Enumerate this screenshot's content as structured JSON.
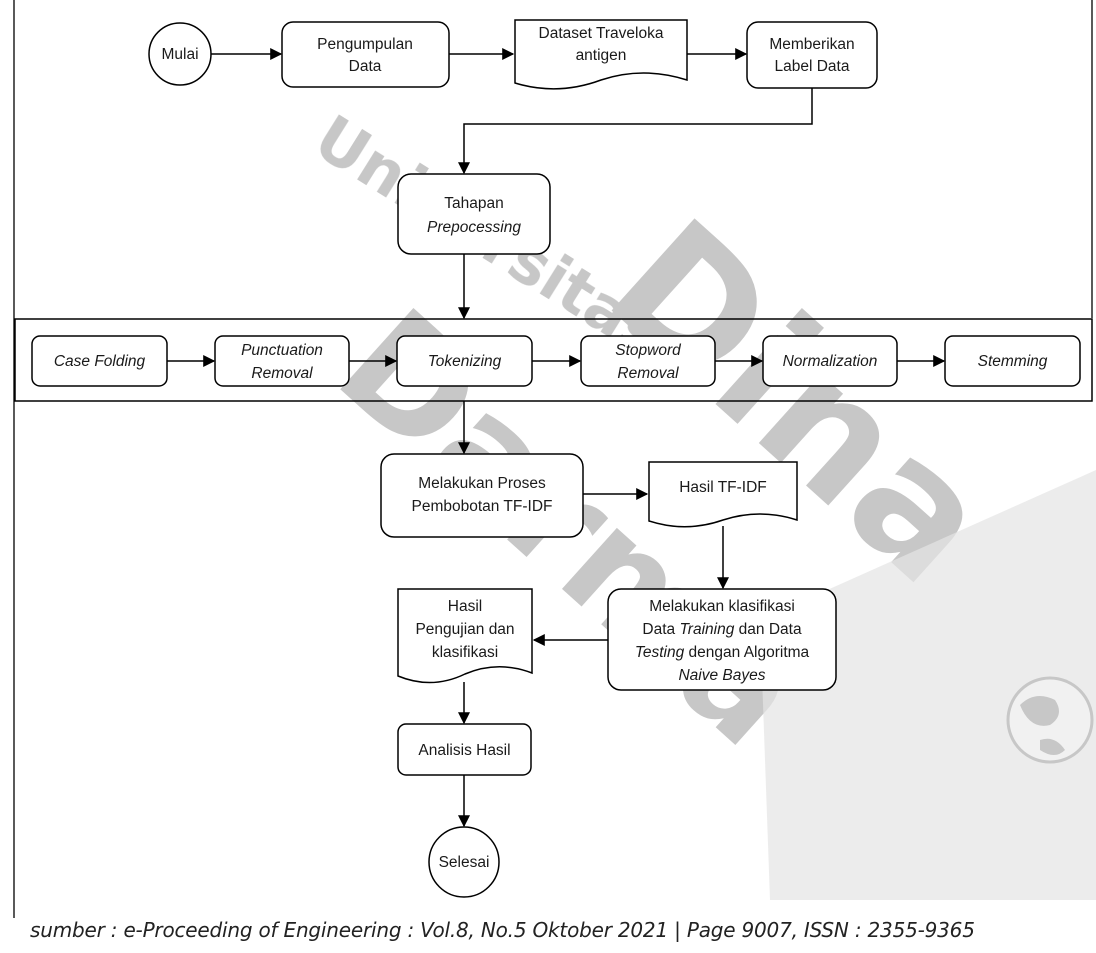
{
  "nodes": {
    "mulai": "Mulai",
    "pengumpulan": [
      "Pengumpulan",
      "Data"
    ],
    "dataset": [
      "Dataset Traveloka",
      "antigen"
    ],
    "label": [
      "Memberikan",
      "Label Data"
    ],
    "tahapan": [
      "Tahapan",
      "Prepocessing"
    ],
    "case_folding": "Case Folding",
    "punctuation": [
      "Punctuation",
      "Removal"
    ],
    "tokenizing": "Tokenizing",
    "stopword": [
      "Stopword",
      "Removal"
    ],
    "normalization": "Normalization",
    "stemming": "Stemming",
    "pembobotan": [
      "Melakukan Proses",
      "Pembobotan TF-IDF"
    ],
    "hasil_tfidf": "Hasil TF-IDF",
    "klasifikasi": {
      "line1": "Melakukan klasifikasi",
      "line2_a": "Data ",
      "line2_b": "Training",
      "line2_c": " dan Data",
      "line3_a": "Testing",
      "line3_b": " dengan Algoritma",
      "line4": "Naive Bayes"
    },
    "hasil_pengujian": [
      "Hasil",
      "Pengujian dan",
      "klasifikasi"
    ],
    "analisis": "Analisis Hasil",
    "selesai": "Selesai"
  },
  "watermark": {
    "universitas": "Universitas",
    "dina": "Dina",
    "darma": "Darma"
  },
  "caption": "sumber : e-Proceeding of Engineering : Vol.8, No.5 Oktober 2021 | Page 9007, ISSN : 2355-9365",
  "colors": {
    "stroke": "#000000",
    "fill": "#ffffff",
    "watermark": "#9a9a9a"
  }
}
